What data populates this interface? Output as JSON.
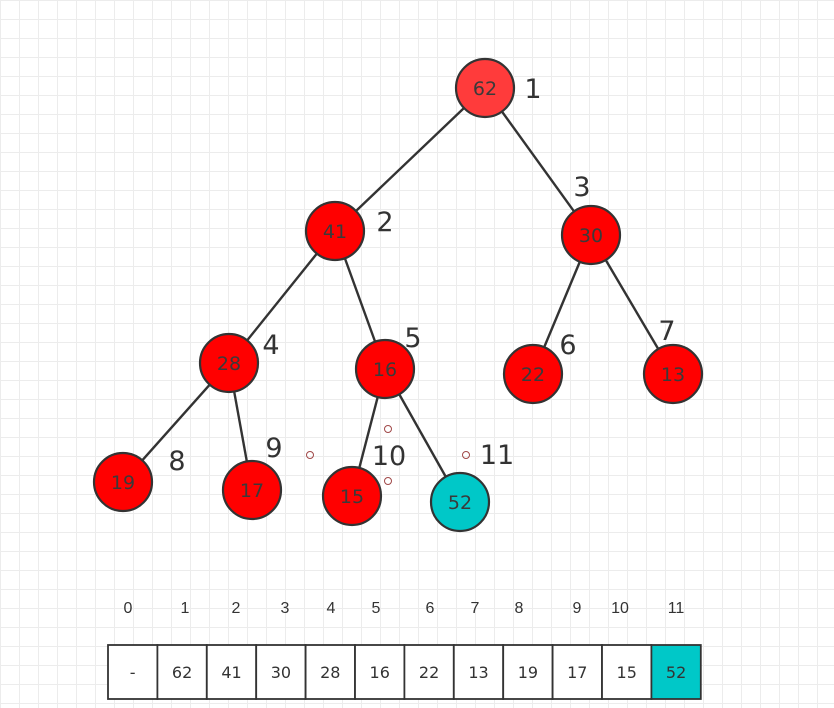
{
  "tree": {
    "nodes": [
      {
        "value": "62",
        "index": "1",
        "color": "#ff3b3b"
      },
      {
        "value": "41",
        "index": "2",
        "color": "#ff0000"
      },
      {
        "value": "30",
        "index": "3",
        "color": "#ff0000"
      },
      {
        "value": "28",
        "index": "4",
        "color": "#ff0000"
      },
      {
        "value": "16",
        "index": "5",
        "color": "#ff0000"
      },
      {
        "value": "22",
        "index": "6",
        "color": "#ff0000"
      },
      {
        "value": "13",
        "index": "7",
        "color": "#ff0000"
      },
      {
        "value": "19",
        "index": "8",
        "color": "#ff0000"
      },
      {
        "value": "17",
        "index": "9",
        "color": "#ff0000"
      },
      {
        "value": "15",
        "index": "10",
        "color": "#ff0000"
      },
      {
        "value": "52",
        "index": "11",
        "color": "#00c8c8"
      }
    ],
    "edges": [
      [
        1,
        2
      ],
      [
        1,
        3
      ],
      [
        2,
        4
      ],
      [
        2,
        5
      ],
      [
        3,
        6
      ],
      [
        3,
        7
      ],
      [
        4,
        8
      ],
      [
        4,
        9
      ],
      [
        5,
        10
      ],
      [
        5,
        11
      ]
    ]
  },
  "array": {
    "indices": [
      "0",
      "1",
      "2",
      "3",
      "4",
      "5",
      "6",
      "7",
      "8",
      "9",
      "10",
      "11"
    ],
    "values": [
      "-",
      "62",
      "41",
      "30",
      "28",
      "16",
      "22",
      "13",
      "19",
      "17",
      "15",
      "52"
    ],
    "highlight_color": "#00c8c8",
    "cell_color": "#ffffff"
  }
}
